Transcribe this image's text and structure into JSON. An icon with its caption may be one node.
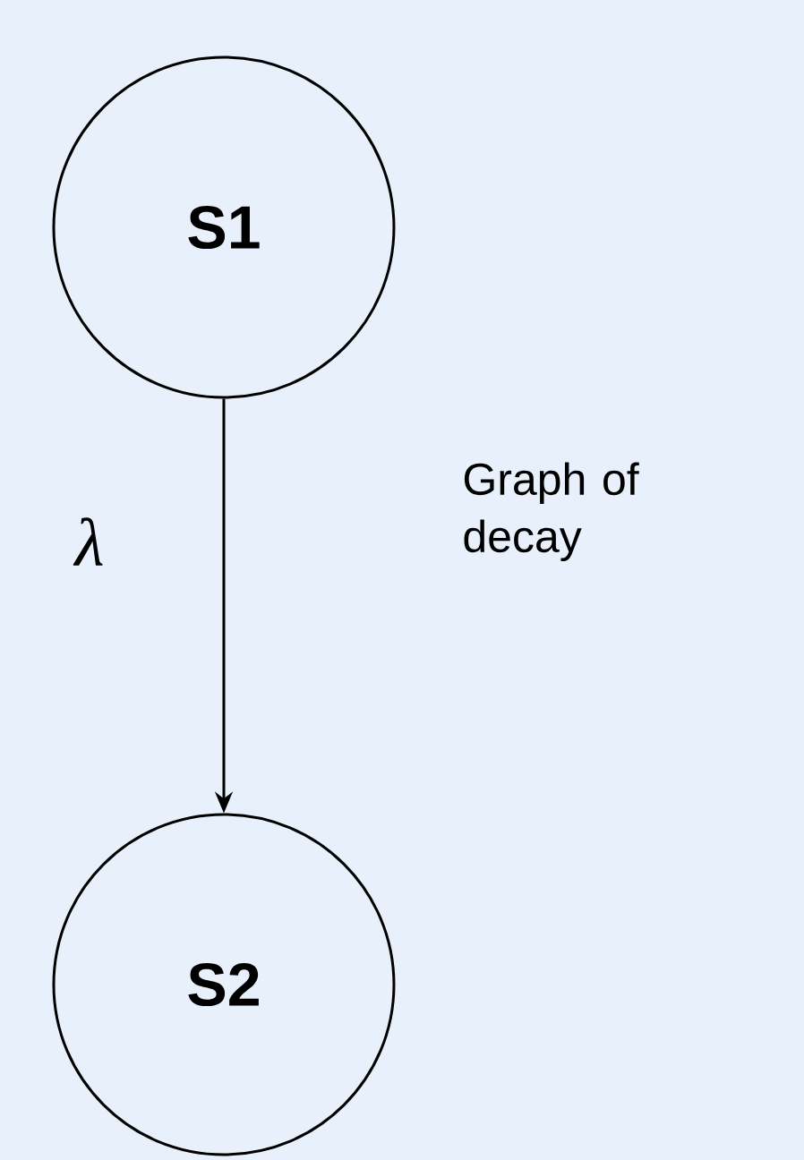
{
  "diagram": {
    "nodes": [
      {
        "text": [
          "S1"
        ]
      },
      {
        "text": [
          "S2"
        ]
      }
    ],
    "edges": [
      {
        "from": 0,
        "to": 1,
        "arrow": "to",
        "label": "λ"
      }
    ],
    "labels": [
      "Graph of decay"
    ]
  }
}
